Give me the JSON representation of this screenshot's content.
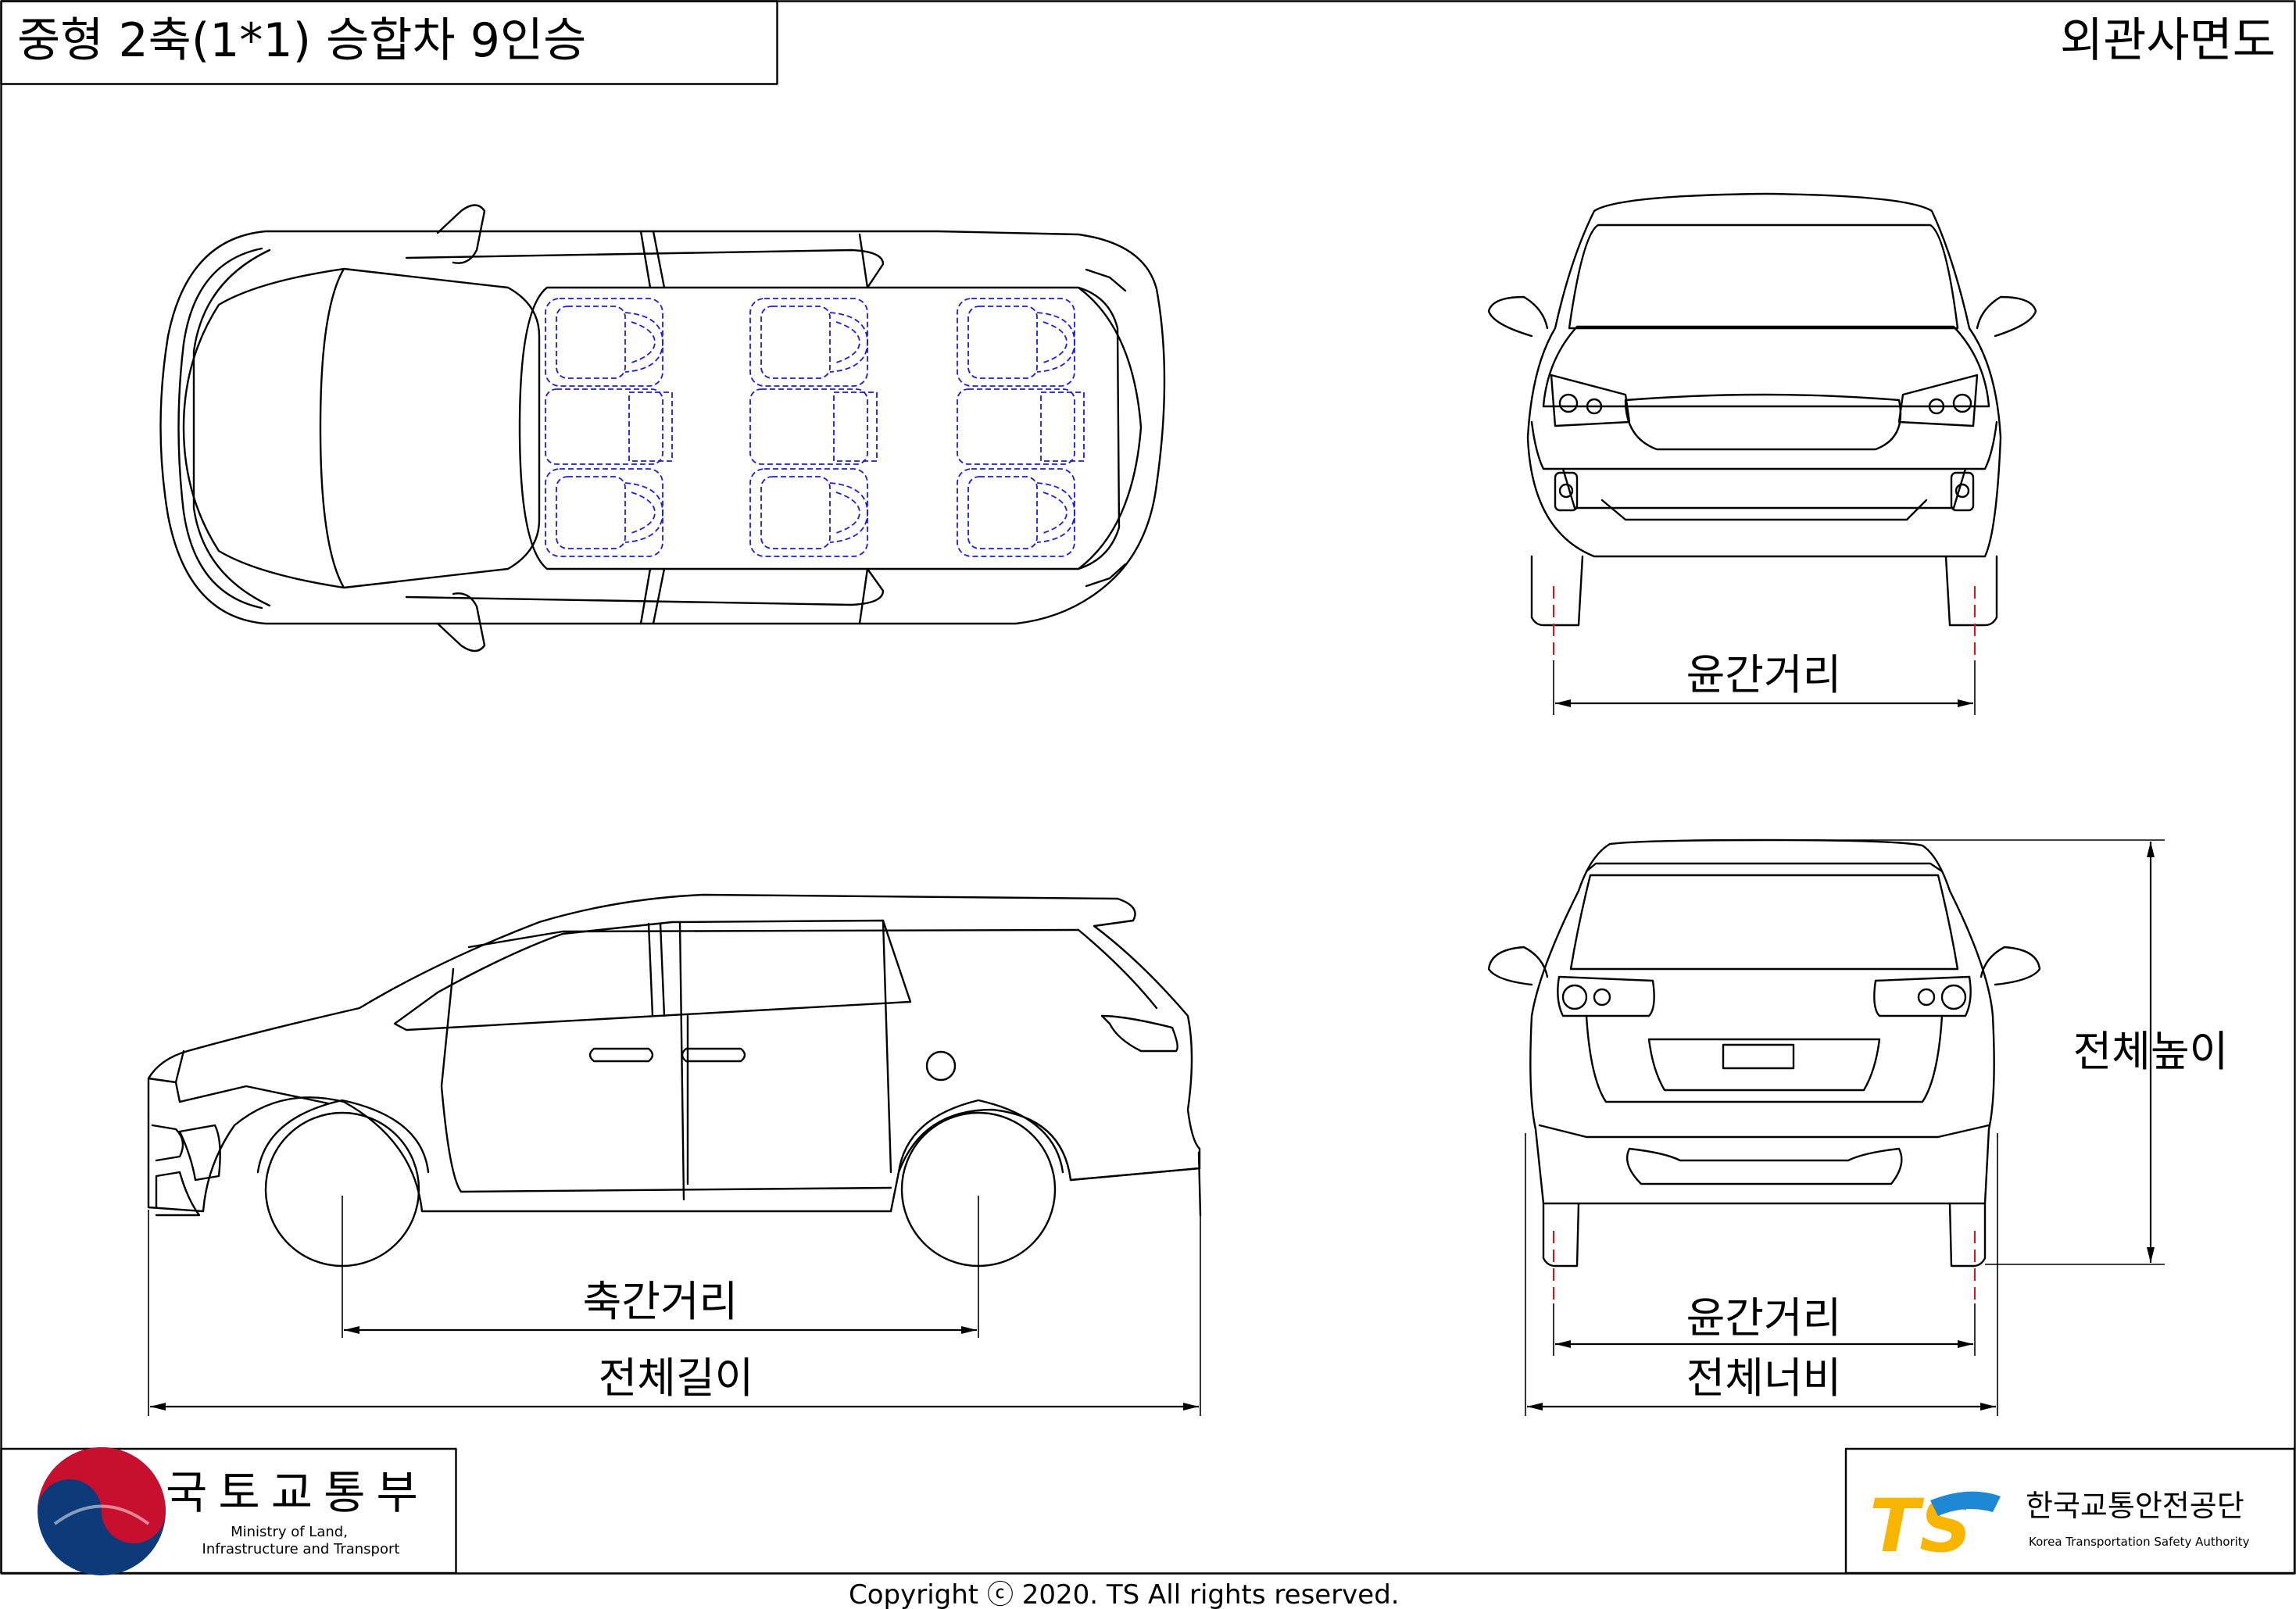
{
  "header": {
    "title": "중형 2축(1*1) 승합차 9인승",
    "view_title": "외관사면도"
  },
  "dimensions": {
    "wheelbase": "축간거리",
    "overall_length": "전체길이",
    "front_track": "윤간거리",
    "rear_track": "윤간거리",
    "overall_width": "전체너비",
    "overall_height": "전체높이"
  },
  "footer": {
    "ministry_kr": "국토교통부",
    "ministry_en_1": "Ministry of Land,",
    "ministry_en_2": "Infrastructure and Transport",
    "ts_mark": "TS",
    "ts_kr": "한국교통안전공단",
    "ts_en": "Korea Transportation Safety Authority",
    "copyright": "Copyright ⓒ 2020. TS All rights reserved."
  },
  "colors": {
    "seat_lines": "#1a1ae6",
    "center_lines": "#e01010",
    "ministry_red": "#c8102e",
    "ministry_blue": "#0d3b7a",
    "ts_yellow": "#f7b500",
    "ts_blue": "#1e88d6"
  }
}
